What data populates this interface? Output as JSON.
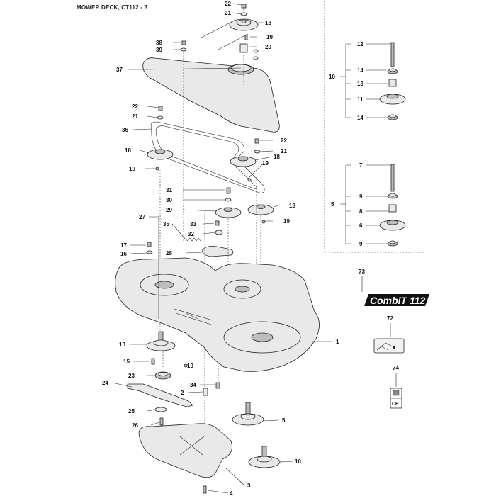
{
  "title": "MOWER DECK, CT112 - 3",
  "brand_label": "CombiT 112",
  "ce_mark": "CE",
  "callouts": [
    {
      "id": "c22a",
      "text": "22"
    },
    {
      "id": "c21a",
      "text": "21"
    },
    {
      "id": "c18a",
      "text": "18"
    },
    {
      "id": "c19a",
      "text": "19"
    },
    {
      "id": "c20",
      "text": "20"
    },
    {
      "id": "c38",
      "text": "38"
    },
    {
      "id": "c39",
      "text": "39"
    },
    {
      "id": "c37",
      "text": "37"
    },
    {
      "id": "c22b",
      "text": "22"
    },
    {
      "id": "c21b",
      "text": "21"
    },
    {
      "id": "c36",
      "text": "36"
    },
    {
      "id": "c22c",
      "text": "22"
    },
    {
      "id": "c21c",
      "text": "21"
    },
    {
      "id": "c18b",
      "text": "18"
    },
    {
      "id": "c18c",
      "text": "18"
    },
    {
      "id": "c19b",
      "text": "19"
    },
    {
      "id": "c19c",
      "text": "19"
    },
    {
      "id": "c31",
      "text": "31"
    },
    {
      "id": "c30",
      "text": "30"
    },
    {
      "id": "c29",
      "text": "29"
    },
    {
      "id": "c27",
      "text": "27"
    },
    {
      "id": "c18d",
      "text": "18"
    },
    {
      "id": "c33",
      "text": "33"
    },
    {
      "id": "c35",
      "text": "35"
    },
    {
      "id": "c19d",
      "text": "19"
    },
    {
      "id": "c32",
      "text": "32"
    },
    {
      "id": "c17",
      "text": "17"
    },
    {
      "id": "c16",
      "text": "16"
    },
    {
      "id": "c28",
      "text": "28"
    },
    {
      "id": "c1",
      "text": "1"
    },
    {
      "id": "c10a",
      "text": "10"
    },
    {
      "id": "c15",
      "text": "15"
    },
    {
      "id": "c19e",
      "text": "19"
    },
    {
      "id": "c23",
      "text": "23"
    },
    {
      "id": "c24",
      "text": "24"
    },
    {
      "id": "c34",
      "text": "34"
    },
    {
      "id": "c2",
      "text": "2"
    },
    {
      "id": "c25",
      "text": "25"
    },
    {
      "id": "c5a",
      "text": "5"
    },
    {
      "id": "c26",
      "text": "26"
    },
    {
      "id": "c10b",
      "text": "10"
    },
    {
      "id": "c3",
      "text": "3"
    },
    {
      "id": "c4",
      "text": "4"
    },
    {
      "id": "c12",
      "text": "12"
    },
    {
      "id": "c14a",
      "text": "14"
    },
    {
      "id": "c10c",
      "text": "10"
    },
    {
      "id": "c13",
      "text": "13"
    },
    {
      "id": "c11",
      "text": "11"
    },
    {
      "id": "c14b",
      "text": "14"
    },
    {
      "id": "c7",
      "text": "7"
    },
    {
      "id": "c9a",
      "text": "9"
    },
    {
      "id": "c5b",
      "text": "5"
    },
    {
      "id": "c8",
      "text": "8"
    },
    {
      "id": "c6",
      "text": "6"
    },
    {
      "id": "c9b",
      "text": "9"
    },
    {
      "id": "c73",
      "text": "73"
    },
    {
      "id": "c72",
      "text": "72"
    },
    {
      "id": "c74",
      "text": "74"
    }
  ]
}
